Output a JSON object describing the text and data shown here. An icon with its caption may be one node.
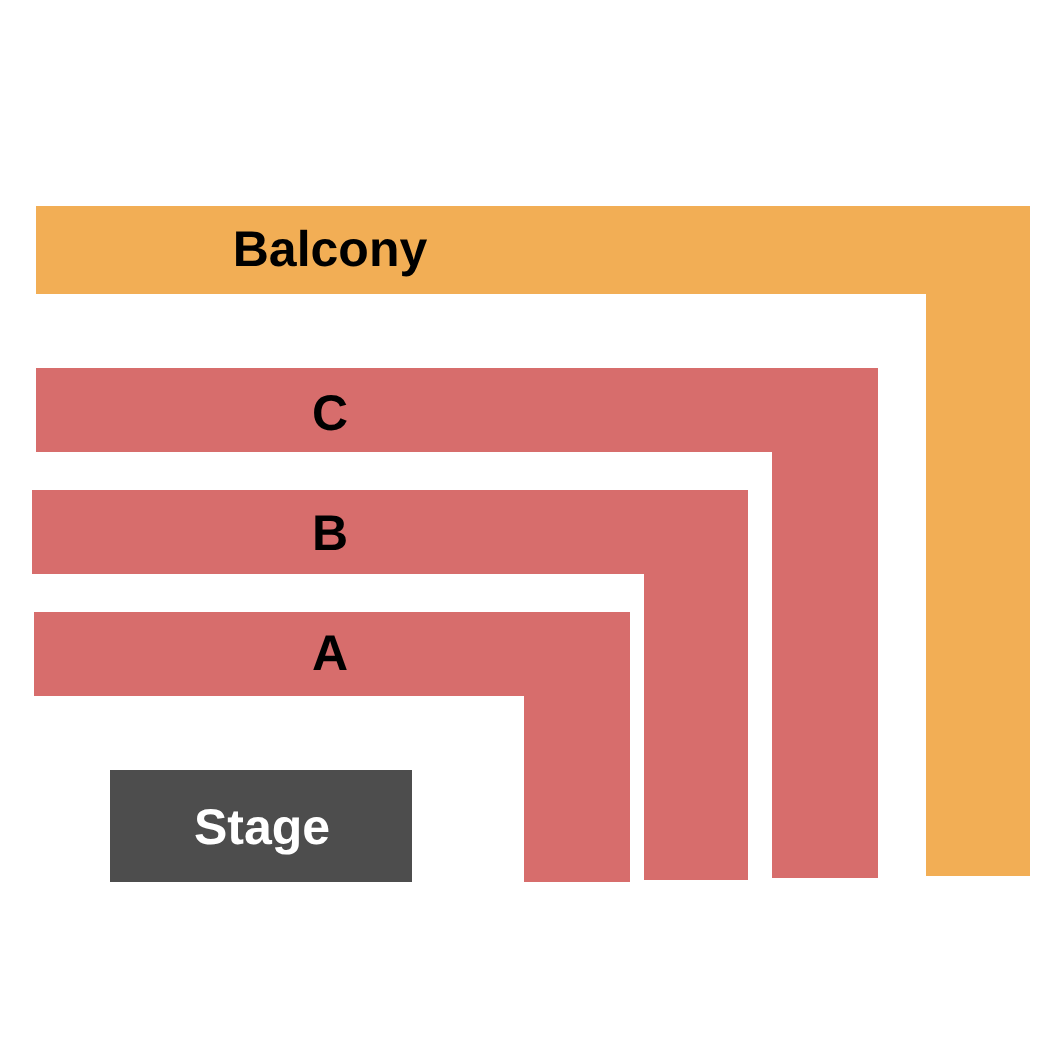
{
  "diagram": {
    "nodes": [
      {
        "text": [
          "Balcony"
        ]
      },
      {
        "text": [
          "C"
        ]
      },
      {
        "text": [
          "B"
        ]
      },
      {
        "text": [
          "A"
        ]
      },
      {
        "text": [
          "Stage"
        ]
      }
    ]
  }
}
